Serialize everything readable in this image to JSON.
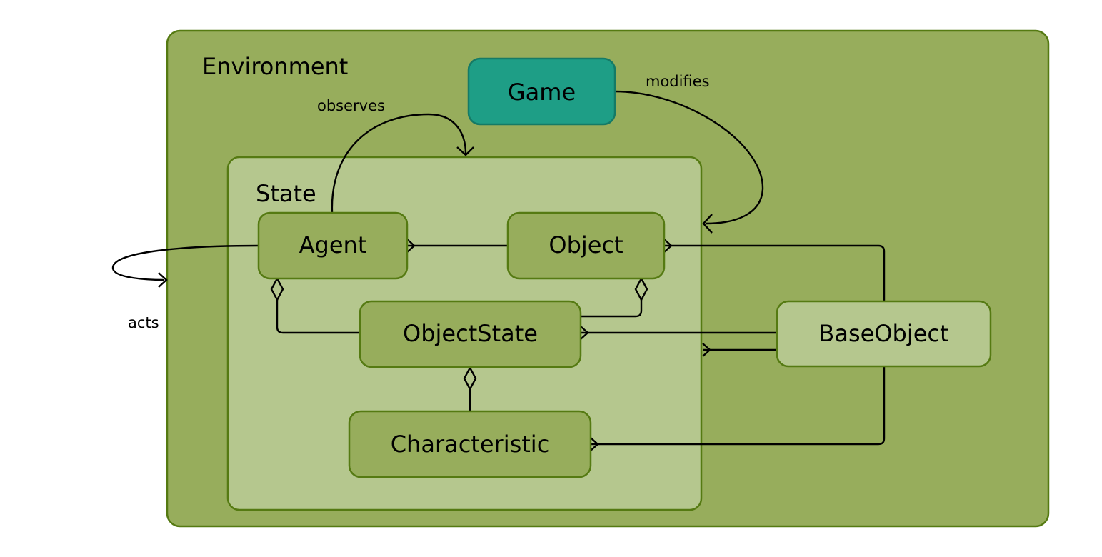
{
  "diagram": {
    "containers": {
      "environment": "Environment",
      "state": "State"
    },
    "nodes": {
      "game": "Game",
      "agent": "Agent",
      "object": "Object",
      "object_state": "ObjectState",
      "characteristic": "Characteristic",
      "base_object": "BaseObject"
    },
    "edges": {
      "observes": "observes",
      "modifies": "modifies",
      "acts": "acts"
    },
    "colors": {
      "environment_fill": "#97ad5c",
      "environment_stroke": "#557a12",
      "state_fill": "#b5c78e",
      "node_fill": "#97ad5c",
      "node_stroke": "#557a12",
      "game_fill": "#1e9e86",
      "game_stroke": "#157a66",
      "base_object_fill": "#b5c78e"
    }
  }
}
